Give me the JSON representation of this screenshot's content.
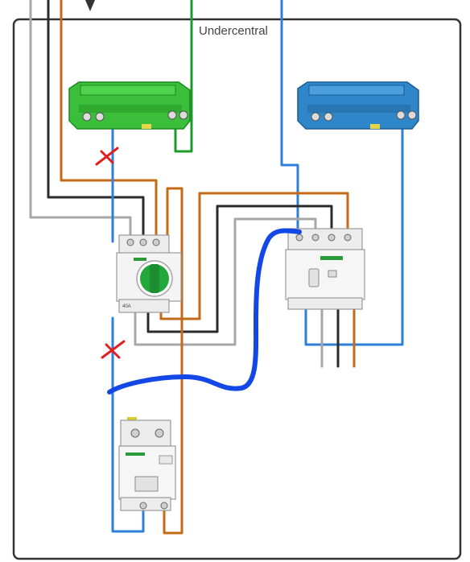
{
  "enclosure": {
    "label": "Undercentral"
  },
  "wire_colors": {
    "grey": "#a7a7a7",
    "black": "#2b2b2b",
    "brown": "#c36a16",
    "blue": "#2f7fd8",
    "green": "#1b9b2a",
    "hand_drawn_blue": "#1348e6",
    "cross_marks": "#e01f1f"
  },
  "components": {
    "earth_bar": {
      "icon": "green-terminal-bar",
      "color": "#3bbf3b"
    },
    "neutral_bar": {
      "icon": "blue-terminal-bar",
      "color": "#2f86c8"
    },
    "main_switch": {
      "rating": "40A",
      "handle_color": "#22a83a"
    },
    "rcd": {
      "brand_color": "#2a9a3a"
    },
    "rcbo": {
      "brand_color": "#2a9a3a"
    }
  },
  "annotations": [
    "cross-mark-upper",
    "cross-mark-lower",
    "hand-drawn-blue-wire"
  ]
}
